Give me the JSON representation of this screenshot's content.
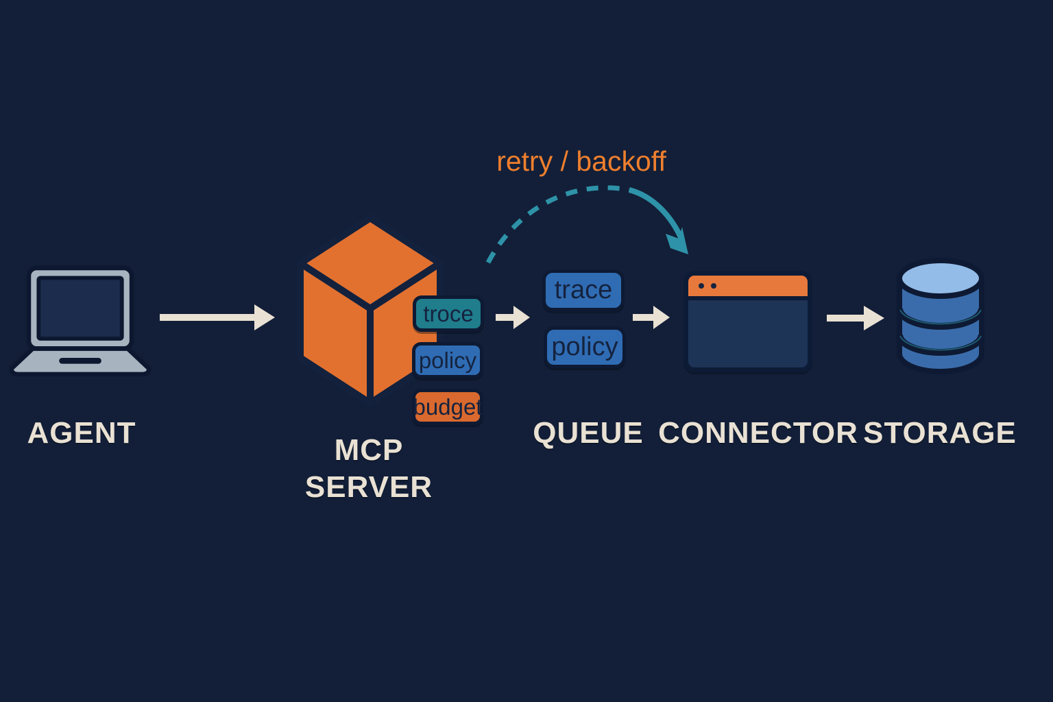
{
  "diagram_title": "",
  "nodes": {
    "agent": {
      "label": "AGENT",
      "icon": "laptop-icon"
    },
    "mcp_server": {
      "label": "MCP SERVER",
      "icon": "cube-icon"
    },
    "queue": {
      "label": "QUEUE",
      "icon": "tag-stack"
    },
    "connector": {
      "label": "CONNECTOR",
      "icon": "browser-window-icon"
    },
    "storage": {
      "label": "STORAGE",
      "icon": "database-icon"
    }
  },
  "mcp_tags": [
    {
      "label": "troce",
      "color": "#1f7d8c"
    },
    {
      "label": "policy",
      "color": "#2f6cb4"
    },
    {
      "label": "budget",
      "color": "#d9692e"
    }
  ],
  "queue_tags": [
    {
      "label": "trace",
      "color": "#2f6cb4"
    },
    {
      "label": "policy",
      "color": "#2f6cb4"
    }
  ],
  "annotations": {
    "retry_label": "retry / backoff",
    "retry_color": "#ef7f2e",
    "arc_color": "#2e93a8"
  },
  "flow": [
    "AGENT",
    "MCP SERVER",
    "QUEUE",
    "CONNECTOR",
    "STORAGE"
  ],
  "colors": {
    "background": "#131f38",
    "cream": "#e9e1d3",
    "orange": "#e2712f",
    "teal": "#1f7d8c",
    "blue": "#2f6cb4",
    "light_blue": "#93bce8",
    "outline_navy": "#0e1a33",
    "screen_navy": "#1b2c4c",
    "laptop_gray": "#a8b3c0"
  }
}
